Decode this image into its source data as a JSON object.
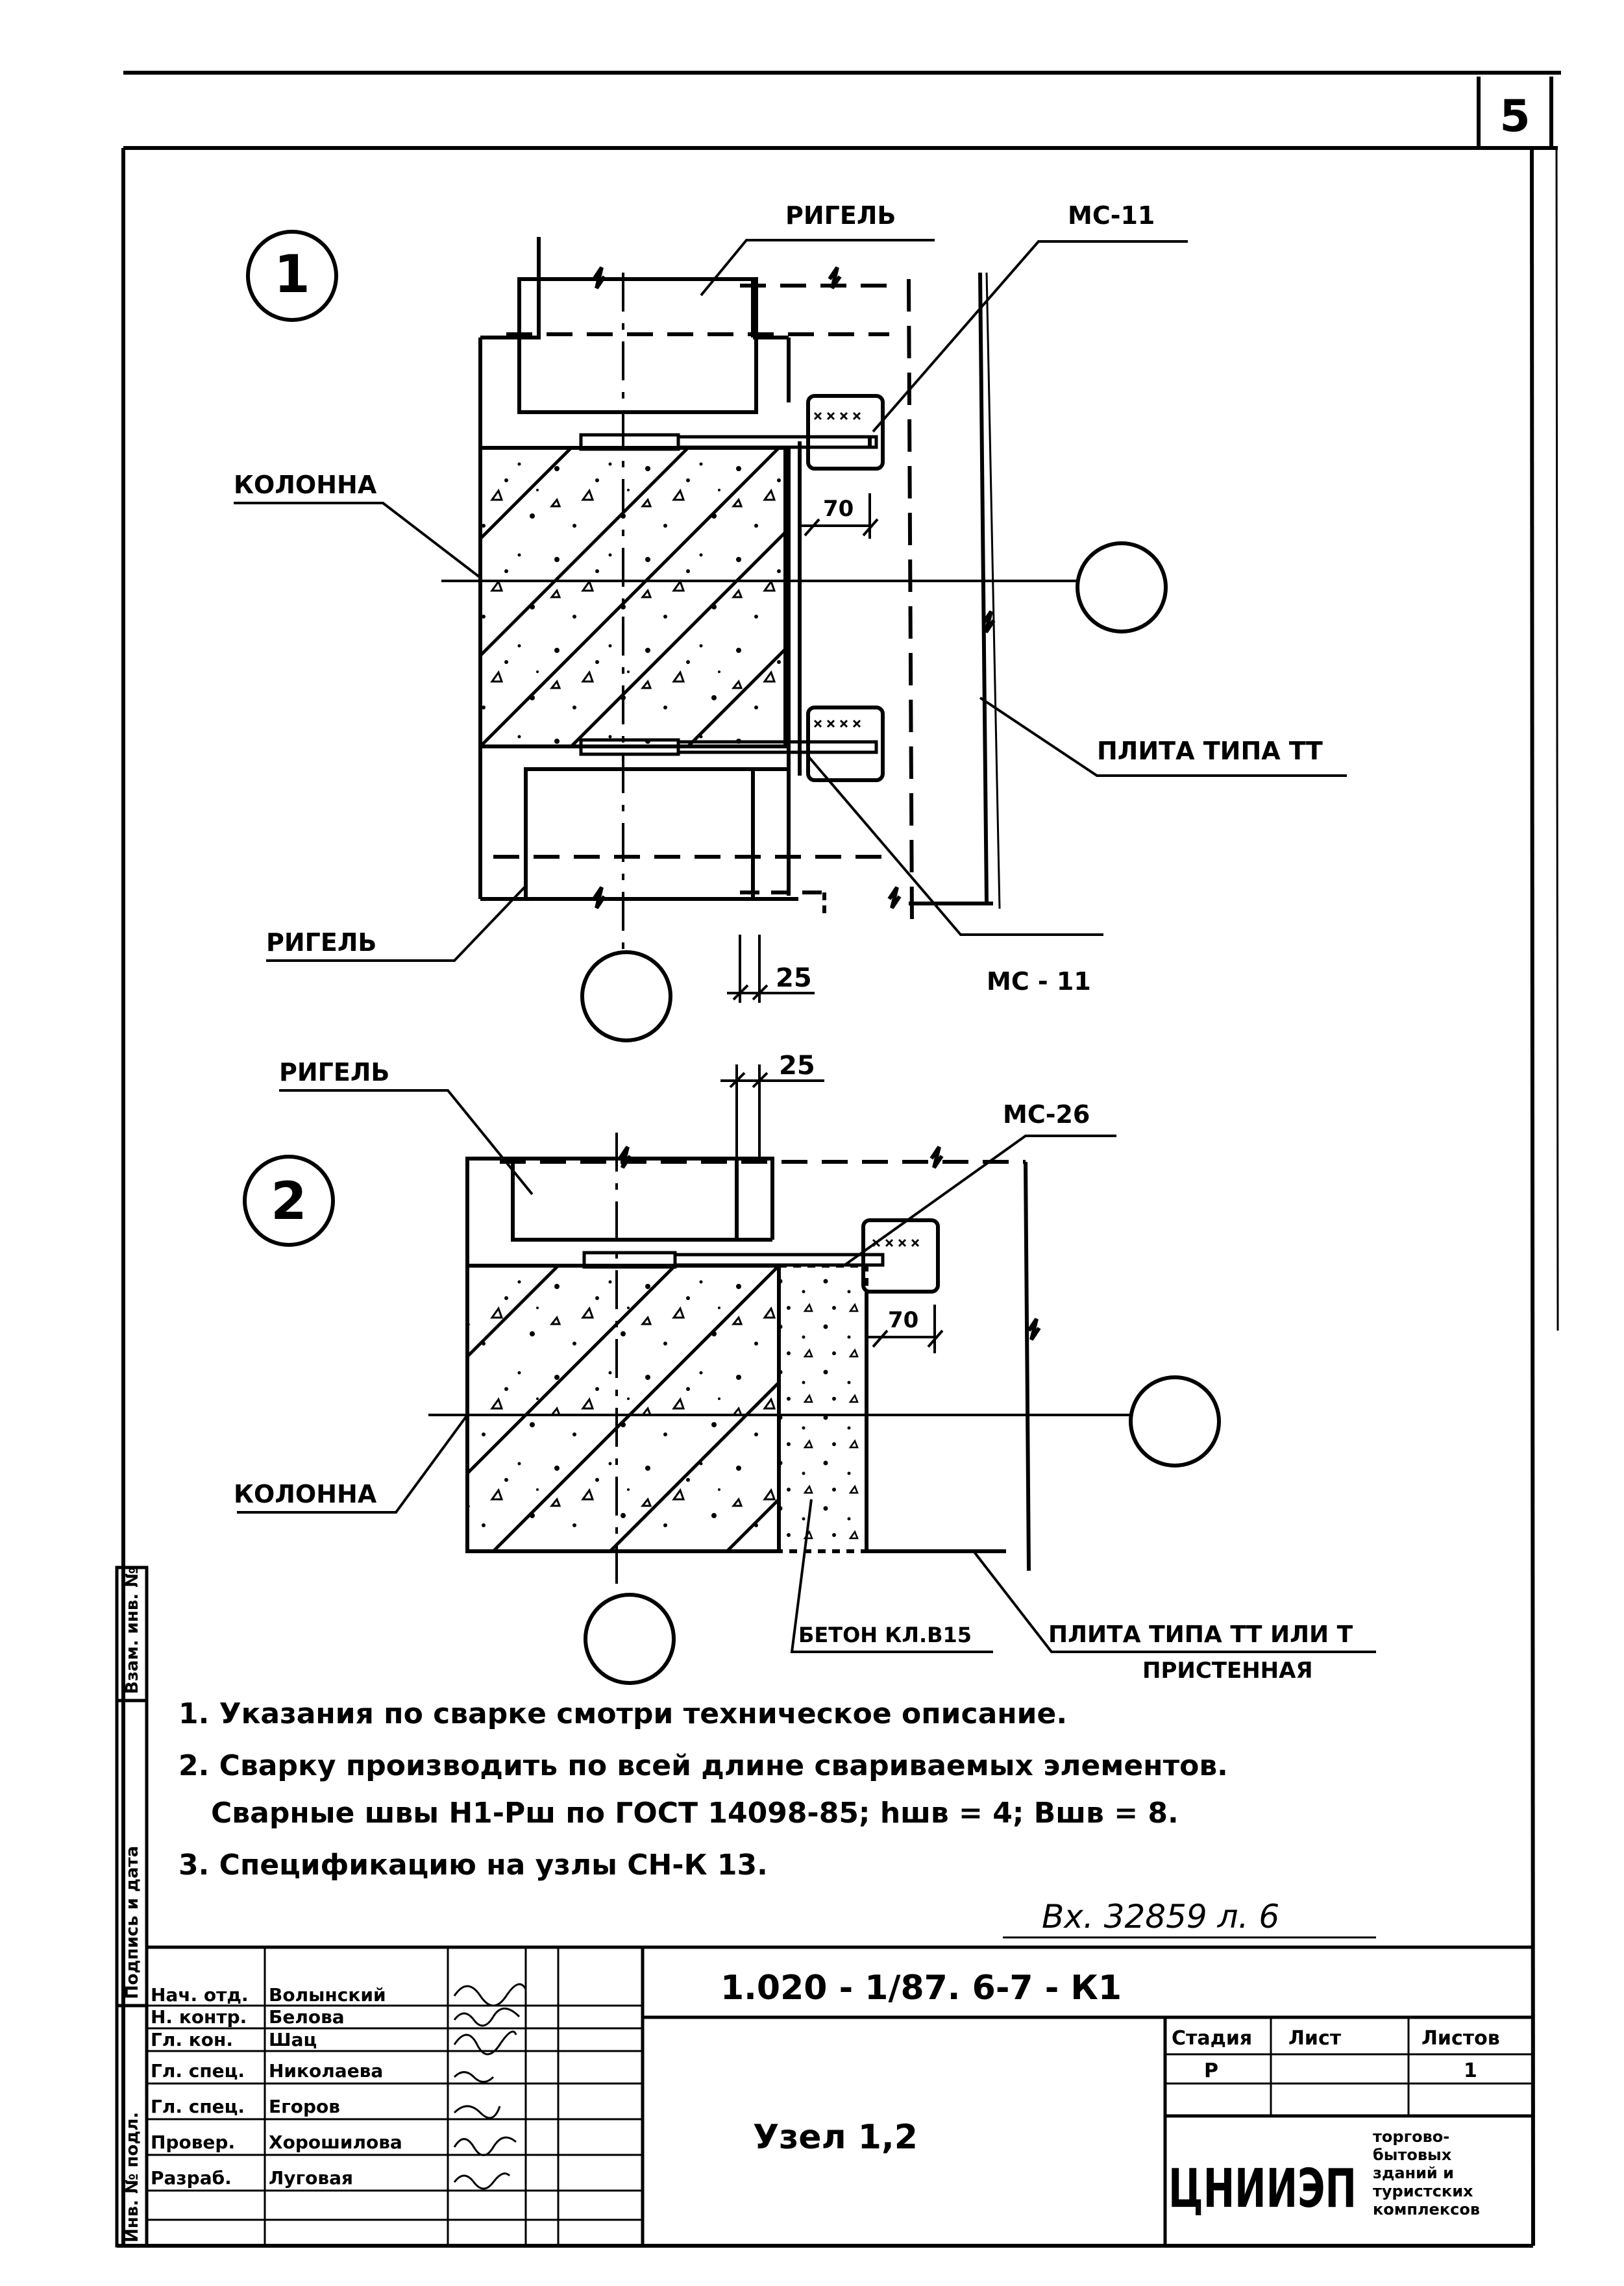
{
  "sheet": {
    "page_number": "5"
  },
  "node1": {
    "number": "1",
    "rigel_top": "РИГЕЛЬ",
    "rigel_bottom": "РИГЕЛЬ",
    "column": "КОЛОННА",
    "slab": "ПЛИТА ТИПА ТТ",
    "part_top": "МС-11",
    "part_bottom": "МС - 11",
    "dim_gap": "70",
    "dim_offset": "25"
  },
  "node2": {
    "number": "2",
    "rigel": "РИГЕЛЬ",
    "column": "КОЛОННА",
    "part": "МС-26",
    "concrete": "БЕТОН КЛ.В15",
    "slab_line1": "ПЛИТА ТИПА ТТ ИЛИ Т",
    "slab_line2": "ПРИСТЕННАЯ",
    "dim_gap": "70",
    "dim_offset": "25"
  },
  "notes": [
    "1. Указания по сварке смотри техническое описание.",
    "2. Сварку производить по всей длине свариваемых элементов.",
    "Сварные швы Н1-Рш по ГОСТ 14098-85; hшв = 4; Bшв = 8.",
    "3. Спецификацию на узлы СН-К 13."
  ],
  "inventory_note": "Вх. 32859 л. 6",
  "side_stamp": [
    "Инв. № подл.",
    "Подпись и дата",
    "Взам. инв. №"
  ],
  "title_block": {
    "document_code": "1.020 - 1/87. 6-7 - К1",
    "drawing_title": "Узел 1,2",
    "stage_header": "Стадия",
    "sheet_header": "Лист",
    "sheets_header": "Листов",
    "stage": "Р",
    "sheet_no": "1",
    "organization": "ЦНИИЭП",
    "org_detail": [
      "торгово-",
      "бытовых",
      "зданий и",
      "туристских",
      "комплексов"
    ],
    "roles": [
      {
        "role": "Нач. отд.",
        "name": "Волынский"
      },
      {
        "role": "Н. контр.",
        "name": "Белова"
      },
      {
        "role": "Гл. кон.",
        "name": "Шац"
      },
      {
        "role": "Гл. спец.",
        "name": "Николаева"
      },
      {
        "role": "Гл. спец.",
        "name": "Егоров"
      },
      {
        "role": "Провер.",
        "name": "Хорошилова"
      },
      {
        "role": "Разраб.",
        "name": "Луговая"
      }
    ]
  }
}
